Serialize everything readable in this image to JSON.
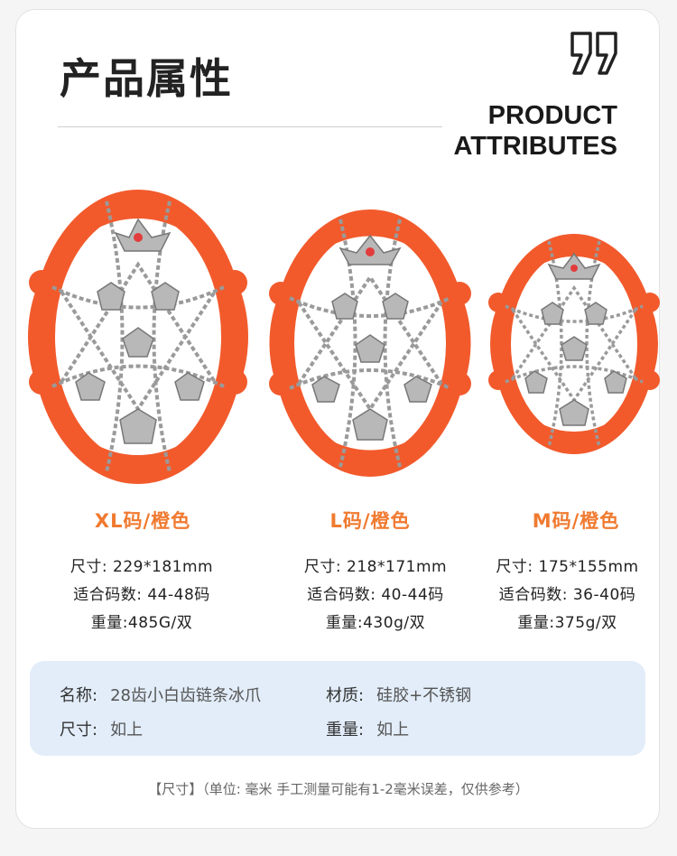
{
  "header": {
    "title": "产品属性",
    "en_line1": "PRODUCT",
    "en_line2": "ATTRIBUTES"
  },
  "colors": {
    "accent_orange": "#f07a30",
    "rubber_orange": "#f25a2c",
    "info_bg": "#e2edf9"
  },
  "products": [
    {
      "size_label": "XL码/橙色",
      "dimension": "尺寸: 229*181mm",
      "fit": "适合码数: 44-48码",
      "weight": "重量:485G/双"
    },
    {
      "size_label": "L码/橙色",
      "dimension": "尺寸: 218*171mm",
      "fit": "适合码数: 40-44码",
      "weight": "重量:430g/双"
    },
    {
      "size_label": "M码/橙色",
      "dimension": "尺寸: 175*155mm",
      "fit": "适合码数: 36-40码",
      "weight": "重量:375g/双"
    }
  ],
  "info": {
    "name_key": "名称:",
    "name_val": "28齿小白齿链条冰爪",
    "material_key": "材质:",
    "material_val": "硅胶+不锈钢",
    "size_key": "尺寸:",
    "size_val": "如上",
    "weight_key": "重量:",
    "weight_val": "如上"
  },
  "note": "【尺寸】（单位: 毫米 手工测量可能有1-2毫米误差，仅供参考）"
}
